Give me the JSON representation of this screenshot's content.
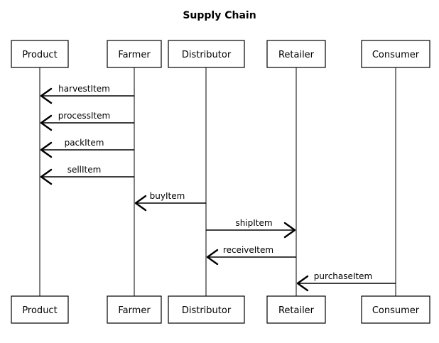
{
  "diagram": {
    "title": "Supply Chain",
    "participants": [
      "Product",
      "Farmer",
      "Distributor",
      "Retailer",
      "Consumer"
    ],
    "messages": [
      {
        "from": "Farmer",
        "to": "Product",
        "label": "harvestItem"
      },
      {
        "from": "Farmer",
        "to": "Product",
        "label": "processItem"
      },
      {
        "from": "Farmer",
        "to": "Product",
        "label": "packItem"
      },
      {
        "from": "Farmer",
        "to": "Product",
        "label": "sellItem"
      },
      {
        "from": "Distributor",
        "to": "Farmer",
        "label": "buyItem"
      },
      {
        "from": "Distributor",
        "to": "Retailer",
        "label": "shipItem"
      },
      {
        "from": "Retailer",
        "to": "Distributor",
        "label": "receiveItem"
      },
      {
        "from": "Consumer",
        "to": "Retailer",
        "label": "purchaseItem"
      }
    ]
  }
}
